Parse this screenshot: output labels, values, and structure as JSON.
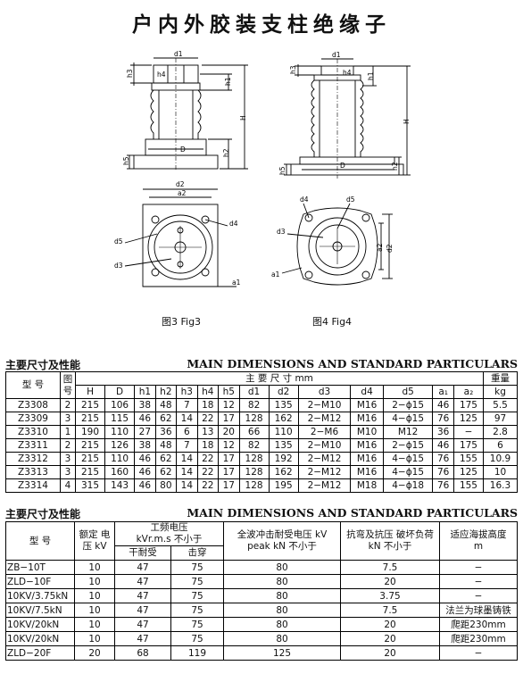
{
  "title": "户内外胶装支柱绝缘子",
  "figures": {
    "fig3_caption": "图3  Fig3",
    "fig4_caption": "图4  Fig4",
    "fig3_labels": {
      "d1": "d1",
      "h3": "h3",
      "h1": "h1",
      "H": "H",
      "D": "D",
      "h5": "h5",
      "h2": "h2",
      "d2": "d2",
      "a2": "a2",
      "d4": "d4",
      "d5": "d5",
      "d3": "d3",
      "a1": "a1"
    },
    "fig4_labels": {
      "d1": "d1",
      "h3": "h3",
      "h1": "h1",
      "H": "H",
      "D": "D",
      "h5": "h5",
      "h2": "h2",
      "d4": "d4",
      "d5": "d5",
      "d3": "d3",
      "a2": "a2",
      "d2": "d2",
      "a1": "a1"
    }
  },
  "table1": {
    "section_cn": "主要尺寸及性能",
    "section_en": "MAIN DIMENSIONS AND STANDARD PARTICULARS",
    "model_header": "型 号",
    "fig_header": "图\n号",
    "dims_header": "主   要   尺   寸   mm",
    "weight_header": "重量",
    "columns": [
      "H",
      "D",
      "h1",
      "h2",
      "h3",
      "h4",
      "h5",
      "d1",
      "d2",
      "d3",
      "d4",
      "d5",
      "a₁",
      "a₂",
      "kg"
    ],
    "rows": [
      {
        "model": "Z3308",
        "fig": "2",
        "cells": [
          "215",
          "106",
          "38",
          "48",
          "7",
          "18",
          "12",
          "82",
          "135",
          "2−M10",
          "M16",
          "2−ϕ15",
          "46",
          "175",
          "5.5"
        ]
      },
      {
        "model": "Z3309",
        "fig": "3",
        "cells": [
          "215",
          "115",
          "46",
          "62",
          "14",
          "22",
          "17",
          "128",
          "162",
          "2−M12",
          "M16",
          "4−ϕ15",
          "76",
          "125",
          "97"
        ]
      },
      {
        "model": "Z3310",
        "fig": "1",
        "cells": [
          "190",
          "110",
          "27",
          "36",
          "6",
          "13",
          "20",
          "66",
          "110",
          "2−M6",
          "M10",
          "M12",
          "36",
          "−",
          "2.8"
        ]
      },
      {
        "model": "Z3311",
        "fig": "2",
        "cells": [
          "215",
          "126",
          "38",
          "48",
          "7",
          "18",
          "12",
          "82",
          "135",
          "2−M10",
          "M16",
          "2−ϕ15",
          "46",
          "175",
          "6"
        ]
      },
      {
        "model": "Z3312",
        "fig": "3",
        "cells": [
          "215",
          "110",
          "46",
          "62",
          "14",
          "22",
          "17",
          "128",
          "192",
          "2−M12",
          "M16",
          "4−ϕ15",
          "76",
          "155",
          "10.9"
        ]
      },
      {
        "model": "Z3313",
        "fig": "3",
        "cells": [
          "215",
          "160",
          "46",
          "62",
          "14",
          "22",
          "17",
          "128",
          "162",
          "2−M12",
          "M16",
          "4−ϕ15",
          "76",
          "125",
          "10"
        ]
      },
      {
        "model": "Z3314",
        "fig": "4",
        "cells": [
          "315",
          "143",
          "46",
          "80",
          "14",
          "22",
          "17",
          "128",
          "195",
          "2−M12",
          "M18",
          "4−ϕ18",
          "76",
          "155",
          "16.3"
        ]
      }
    ]
  },
  "table2": {
    "section_cn": "主要尺寸及性能",
    "section_en": "MAIN DIMENSIONS AND STANDARD PARTICULARS",
    "h_model": "型 号",
    "h_rated": "额定\n电压\nkV",
    "h_pf": "工频电压\nkVr.m.s  不小于",
    "h_dry": "干耐受",
    "h_break": "击穿",
    "h_impulse": "全波冲击耐受电压\nkV peak\nkN  不小于",
    "h_bend": "抗弯及抗压\n破坏负荷\nkN  不小于",
    "h_alt": "适应海拔高度\nm",
    "rows": [
      {
        "model": "ZB−10T",
        "kv": "10",
        "dry": "47",
        "brk": "75",
        "imp": "80",
        "bend": "7.5",
        "alt": "−"
      },
      {
        "model": "ZLD−10F",
        "kv": "10",
        "dry": "47",
        "brk": "75",
        "imp": "80",
        "bend": "20",
        "alt": "−"
      },
      {
        "model": "10KV/3.75kN",
        "kv": "10",
        "dry": "47",
        "brk": "75",
        "imp": "80",
        "bend": "3.75",
        "alt": "−"
      },
      {
        "model": "10KV/7.5kN",
        "kv": "10",
        "dry": "47",
        "brk": "75",
        "imp": "80",
        "bend": "7.5",
        "alt": "法兰为球墨铸铁"
      },
      {
        "model": "10KV/20kN",
        "kv": "10",
        "dry": "47",
        "brk": "75",
        "imp": "80",
        "bend": "20",
        "alt": "爬距230mm"
      },
      {
        "model": "10KV/20kN",
        "kv": "10",
        "dry": "47",
        "brk": "75",
        "imp": "80",
        "bend": "20",
        "alt": "爬距230mm"
      },
      {
        "model": "ZLD−20F",
        "kv": "20",
        "dry": "68",
        "brk": "119",
        "imp": "125",
        "bend": "20",
        "alt": "−"
      }
    ]
  }
}
